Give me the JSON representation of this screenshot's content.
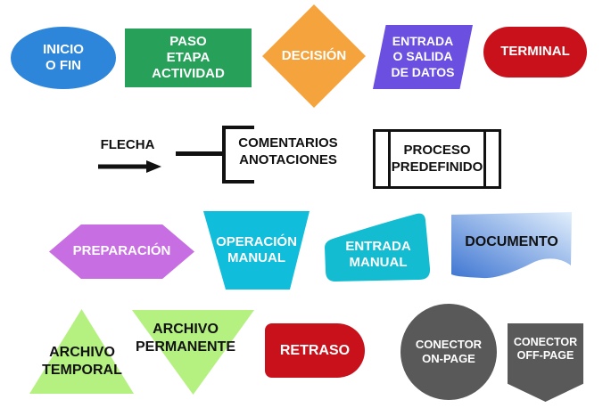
{
  "symbols": {
    "inicio_o_fin": {
      "label": "INICIO\nO FIN",
      "shape": "ellipse",
      "color": "#2E86DB"
    },
    "paso_etapa_actividad": {
      "label": "PASO\nETAPA\nACTIVIDAD",
      "shape": "rectangle",
      "color": "#27A159"
    },
    "decision": {
      "label": "DECISIÓN",
      "shape": "diamond",
      "color": "#F5A33C"
    },
    "entrada_o_salida": {
      "label": "ENTRADA\nO SALIDA\nDE DATOS",
      "shape": "parallelogram",
      "color": "#6A4FE1"
    },
    "terminal": {
      "label": "TERMINAL",
      "shape": "stadium",
      "color": "#C8111B"
    },
    "flecha": {
      "label": "FLECHA",
      "shape": "arrow",
      "color": "#111111"
    },
    "comentarios": {
      "label": "COMENTARIOS\nANOTACIONES",
      "shape": "bracket",
      "color": "#111111"
    },
    "proceso_predefinido": {
      "label": "PROCESO\nPREDEFINIDO",
      "shape": "predefined-process",
      "color": "#111111"
    },
    "preparacion": {
      "label": "PREPARACIÓN",
      "shape": "hexagon",
      "color": "#C76EE3"
    },
    "operacion_manual": {
      "label": "OPERACIÓN\nMANUAL",
      "shape": "inverted-trapezoid",
      "color": "#10BDDB"
    },
    "entrada_manual": {
      "label": "ENTRADA\nMANUAL",
      "shape": "manual-input",
      "color": "#14BCD2"
    },
    "documento": {
      "label": "DOCUMENTO",
      "shape": "document",
      "color_start": "#3F76D2",
      "color_end": "#E2EFFC"
    },
    "archivo_temporal": {
      "label": "ARCHIVO\nTEMPORAL",
      "shape": "triangle-up",
      "color": "#B5F180"
    },
    "archivo_permanente": {
      "label": "ARCHIVO\nPERMANENTE",
      "shape": "triangle-down",
      "color": "#B5F180"
    },
    "retraso": {
      "label": "RETRASO",
      "shape": "delay",
      "color": "#C8111B"
    },
    "conector_on_page": {
      "label": "CONECTOR\nON-PAGE",
      "shape": "circle",
      "color": "#595959"
    },
    "conector_off_page": {
      "label": "CONECTOR\nOFF-PAGE",
      "shape": "off-page-pentagon",
      "color": "#595959"
    }
  }
}
